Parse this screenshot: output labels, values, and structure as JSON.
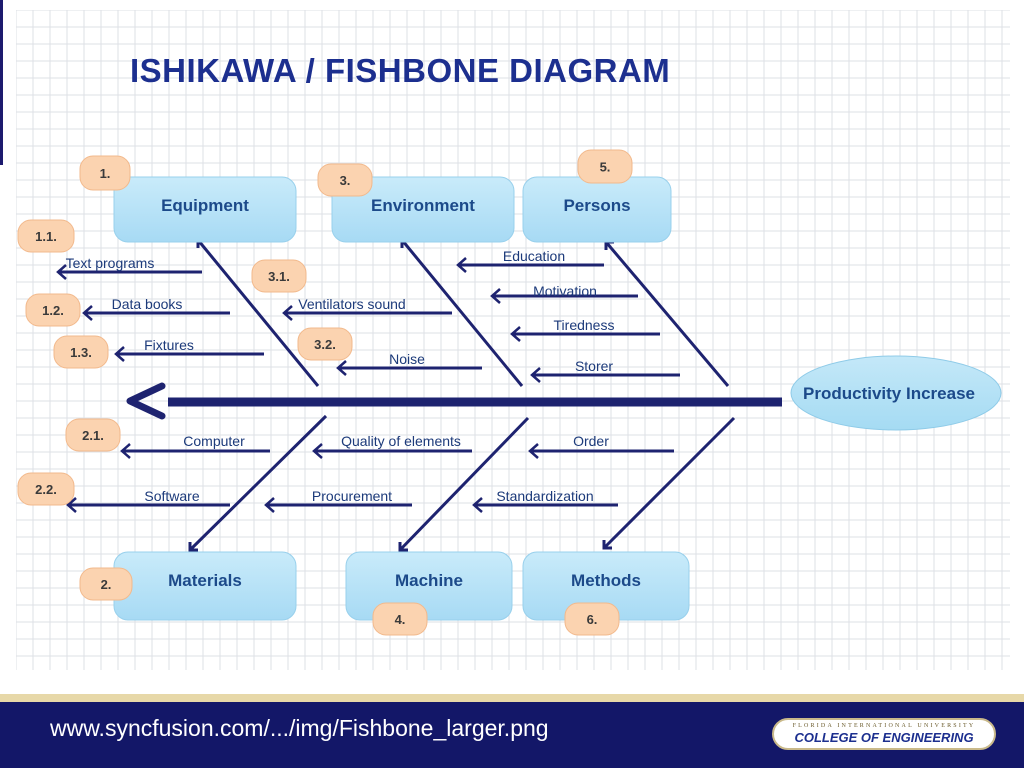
{
  "slide": {
    "title": "ISHIKAWA / FISHBONE  DIAGRAM",
    "footer_url": "www.syncfusion.com/.../img/Fishbone_larger.png",
    "logo_top": "FLORIDA INTERNATIONAL UNIVERSITY",
    "logo_bottom": "COLLEGE OF ENGINEERING"
  },
  "colors": {
    "line": "#1e2370",
    "category_box": "#a7daf4",
    "category_text": "#1c4a8a",
    "number_badge": "#fbd3b0",
    "number_text": "#3a3a3a",
    "label_text": "#1c3a7a",
    "effect_ellipse": "#a5dbf3",
    "footer": "#131768",
    "title": "#1c2f8f"
  },
  "effect": "Productivity Increase",
  "categories": [
    {
      "id": "equipment",
      "label": "Equipment",
      "number": "1."
    },
    {
      "id": "materials",
      "label": "Materials",
      "number": "2."
    },
    {
      "id": "environment",
      "label": "Environment",
      "number": "3."
    },
    {
      "id": "machine",
      "label": "Machine",
      "number": "4."
    },
    {
      "id": "persons",
      "label": "Persons",
      "number": "5."
    },
    {
      "id": "methods",
      "label": "Methods",
      "number": "6."
    }
  ],
  "causes": [
    {
      "id": "text-programs",
      "label": "Text programs",
      "number": "1.1."
    },
    {
      "id": "data-books",
      "label": "Data books",
      "number": "1.2."
    },
    {
      "id": "fixtures",
      "label": "Fixtures",
      "number": "1.3."
    },
    {
      "id": "computer",
      "label": "Computer",
      "number": "2.1."
    },
    {
      "id": "software",
      "label": "Software",
      "number": "2.2."
    },
    {
      "id": "ventilators-sound",
      "label": "Ventilators sound",
      "number": "3.1."
    },
    {
      "id": "noise",
      "label": "Noise",
      "number": "3.2."
    },
    {
      "id": "quality-of-elements",
      "label": "Quality of elements",
      "number": ""
    },
    {
      "id": "procurement",
      "label": "Procurement",
      "number": ""
    },
    {
      "id": "education",
      "label": "Education",
      "number": ""
    },
    {
      "id": "motivation",
      "label": "Motivation",
      "number": ""
    },
    {
      "id": "tiredness",
      "label": "Tiredness",
      "number": ""
    },
    {
      "id": "storer",
      "label": "Storer",
      "number": ""
    },
    {
      "id": "order",
      "label": "Order",
      "number": ""
    },
    {
      "id": "standardization",
      "label": "Standardization",
      "number": ""
    }
  ]
}
